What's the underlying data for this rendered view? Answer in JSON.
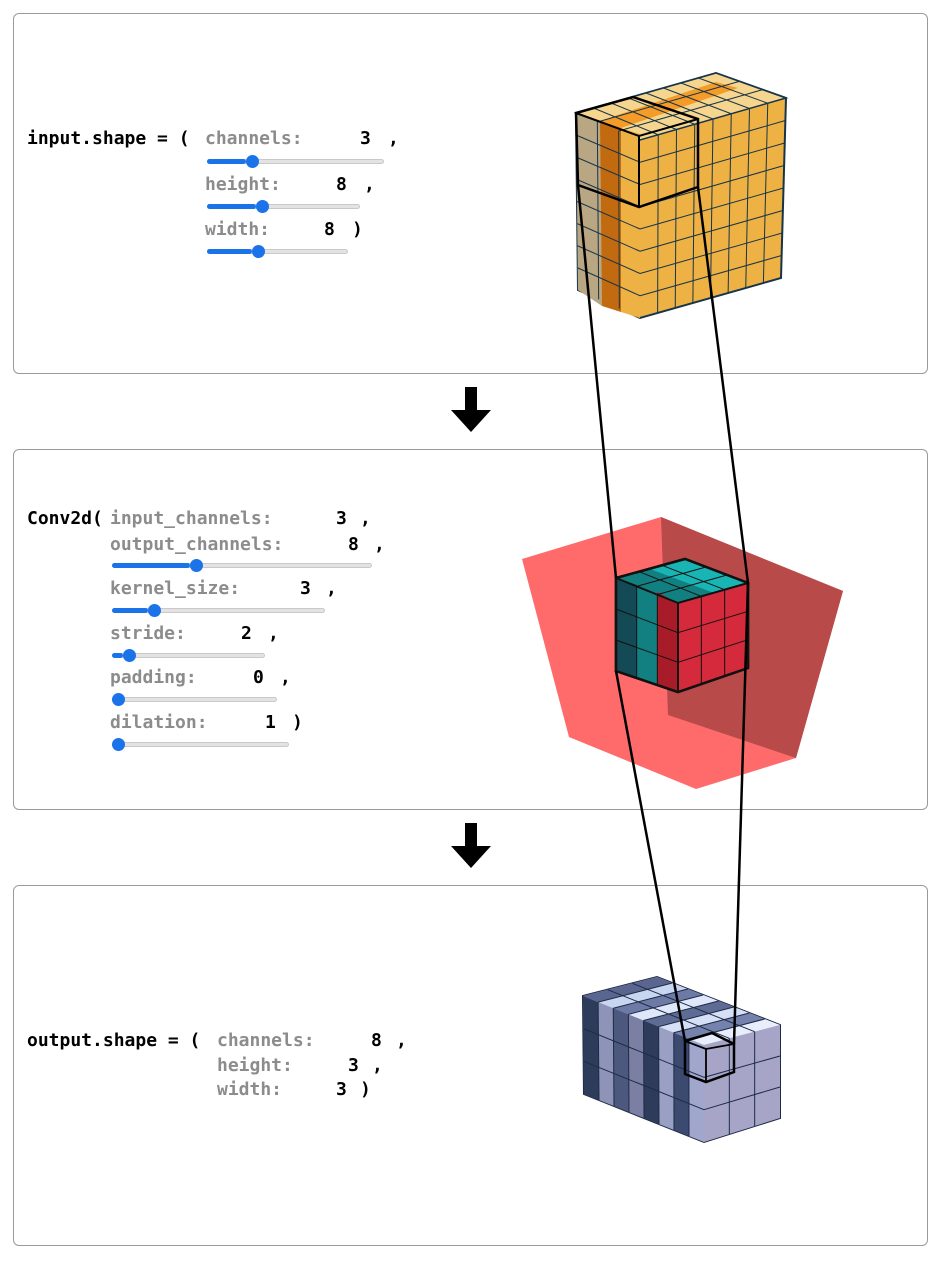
{
  "input": {
    "prefix": "input.shape = (",
    "channels": {
      "label": "channels:",
      "value": "3",
      "sep": ",",
      "level": 0.22
    },
    "height": {
      "label": "height:",
      "value": "8",
      "sep": ",",
      "level": 0.32
    },
    "width": {
      "label": "width:",
      "value": "8",
      "sep": ")",
      "level": 0.32
    }
  },
  "conv": {
    "prefix": "Conv2d(",
    "input_channels": {
      "label": "input_channels:",
      "value": "3",
      "sep": ","
    },
    "output_channels": {
      "label": "output_channels:",
      "value": "8",
      "sep": ",",
      "level": 0.3
    },
    "kernel_size": {
      "label": "kernel_size:",
      "value": "3",
      "sep": ",",
      "level": 0.17
    },
    "stride": {
      "label": "stride:",
      "value": "2",
      "sep": ",",
      "level": 0.07
    },
    "padding": {
      "label": "padding:",
      "value": "0",
      "sep": ",",
      "level": 0.0
    },
    "dilation": {
      "label": "dilation:",
      "value": "1",
      "sep": ")",
      "level": 0.0
    }
  },
  "output": {
    "prefix": "output.shape = (",
    "channels": {
      "label": "channels:",
      "value": "8",
      "sep": ","
    },
    "height": {
      "label": "height:",
      "value": "3",
      "sep": ","
    },
    "width": {
      "label": "width:",
      "value": "3",
      "sep": ")"
    }
  },
  "colors": {
    "slider": "#1a73e8",
    "input_face": "#eeb144",
    "input_channel": "#c26a10",
    "kernel_teal": "#148a8a",
    "kernel_red": "#d42a3b",
    "pad_volume": "#ff6b6b",
    "output_face": "#a6a5c8"
  },
  "icons": {
    "arrow": "arrow-down-icon"
  }
}
